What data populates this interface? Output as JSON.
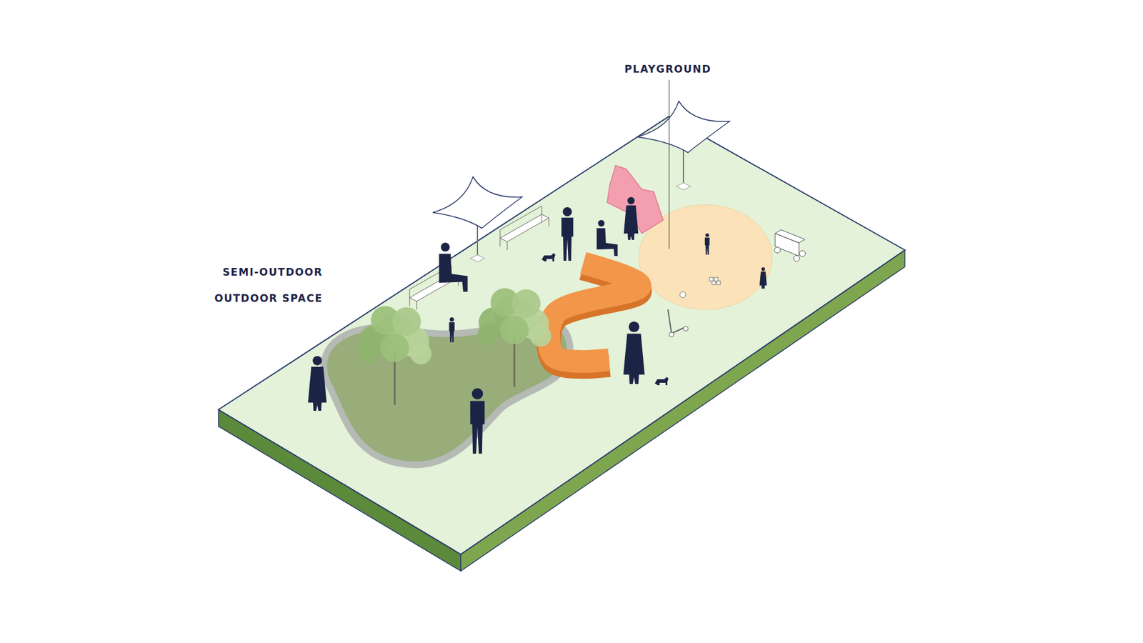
{
  "diagram": {
    "labels": [
      "PLAYGROUND",
      "SEMI-OUTDOOR",
      "OUTDOOR SPACE"
    ]
  }
}
